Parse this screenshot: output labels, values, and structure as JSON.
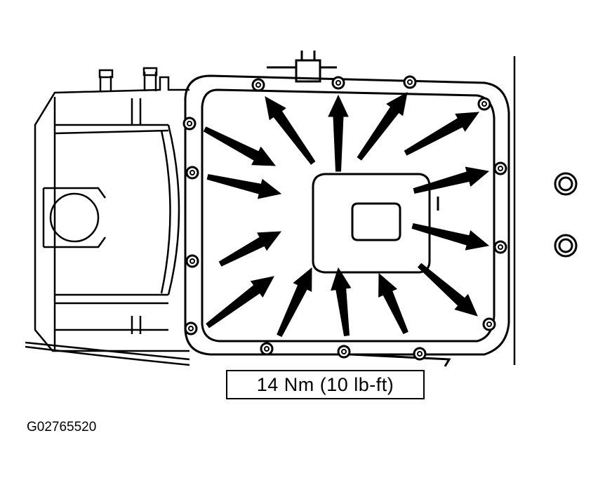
{
  "diagram": {
    "torque_spec": "14 Nm (10 lb-ft)",
    "figure_id": "G02765520",
    "icons": {
      "bolt": "bolt-icon",
      "arrow": "arrow-icon",
      "washer": "washer-icon"
    },
    "bolt_count": 14,
    "arrow_count": 14,
    "line_color": "#000000",
    "background_color": "#ffffff"
  }
}
